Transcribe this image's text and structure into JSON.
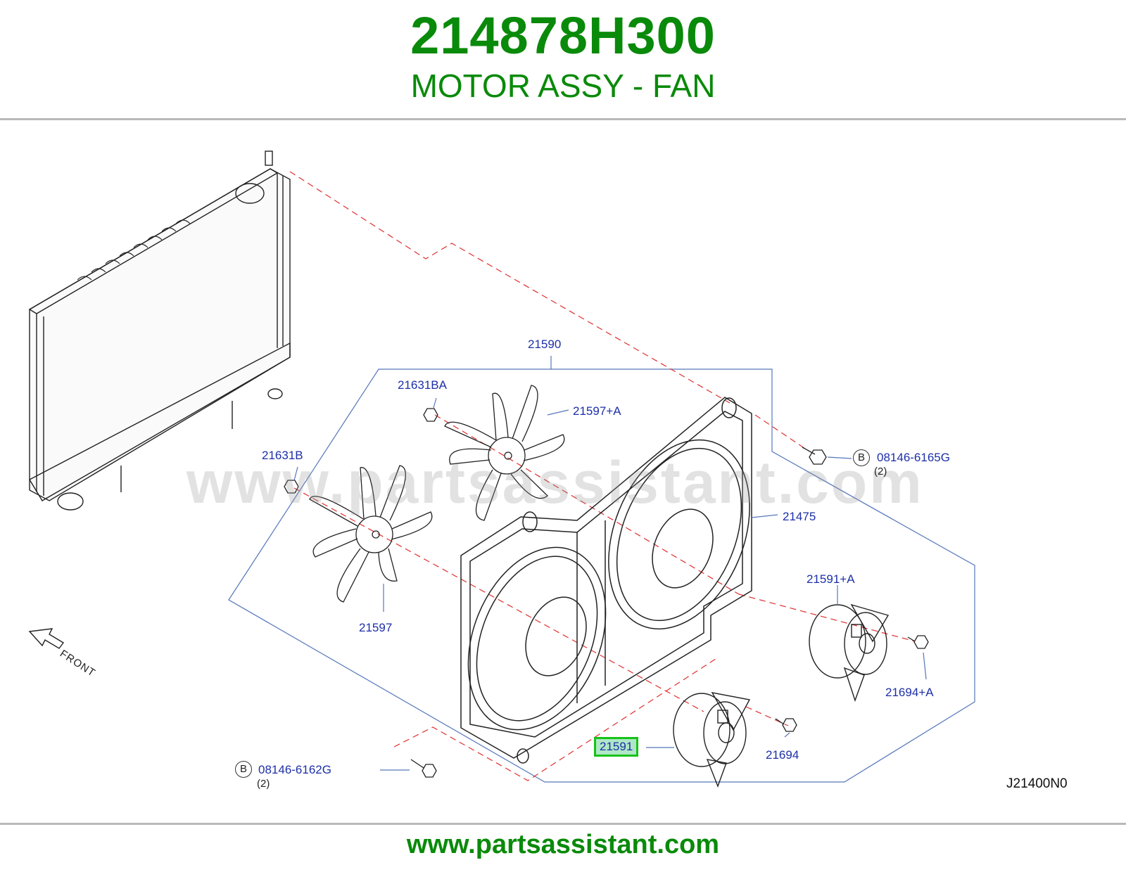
{
  "header": {
    "part_number": "214878H300",
    "part_name": "MOTOR ASSY - FAN"
  },
  "watermark": "www.partsassistant.com",
  "diagram": {
    "id": "J21400N0",
    "front_label": "FRONT",
    "callouts": [
      {
        "id": "c21590",
        "text": "21590"
      },
      {
        "id": "c21631BA",
        "text": "21631BA"
      },
      {
        "id": "c21597A",
        "text": "21597+A"
      },
      {
        "id": "c21631B",
        "text": "21631B"
      },
      {
        "id": "c21597",
        "text": "21597"
      },
      {
        "id": "c08146-6165G",
        "text": "08146-6165G"
      },
      {
        "id": "c21475",
        "text": "21475"
      },
      {
        "id": "c21591A",
        "text": "21591+A"
      },
      {
        "id": "c21694A",
        "text": "21694+A"
      },
      {
        "id": "c21694",
        "text": "21694"
      },
      {
        "id": "c08146-6162G",
        "text": "08146-6162G"
      }
    ],
    "highlighted_callout": "21591",
    "bolt_marker": "B",
    "qty_top": "(2)",
    "qty_bottom": "(2)",
    "colors": {
      "accent": "#0a8a0a",
      "callout": "#1d2fa8",
      "highlight_border": "#17c217",
      "highlight_fill": "#aee7c6",
      "dashed": "#e03030",
      "group_line": "#5577bb"
    }
  },
  "footer": {
    "url": "www.partsassistant.com"
  }
}
